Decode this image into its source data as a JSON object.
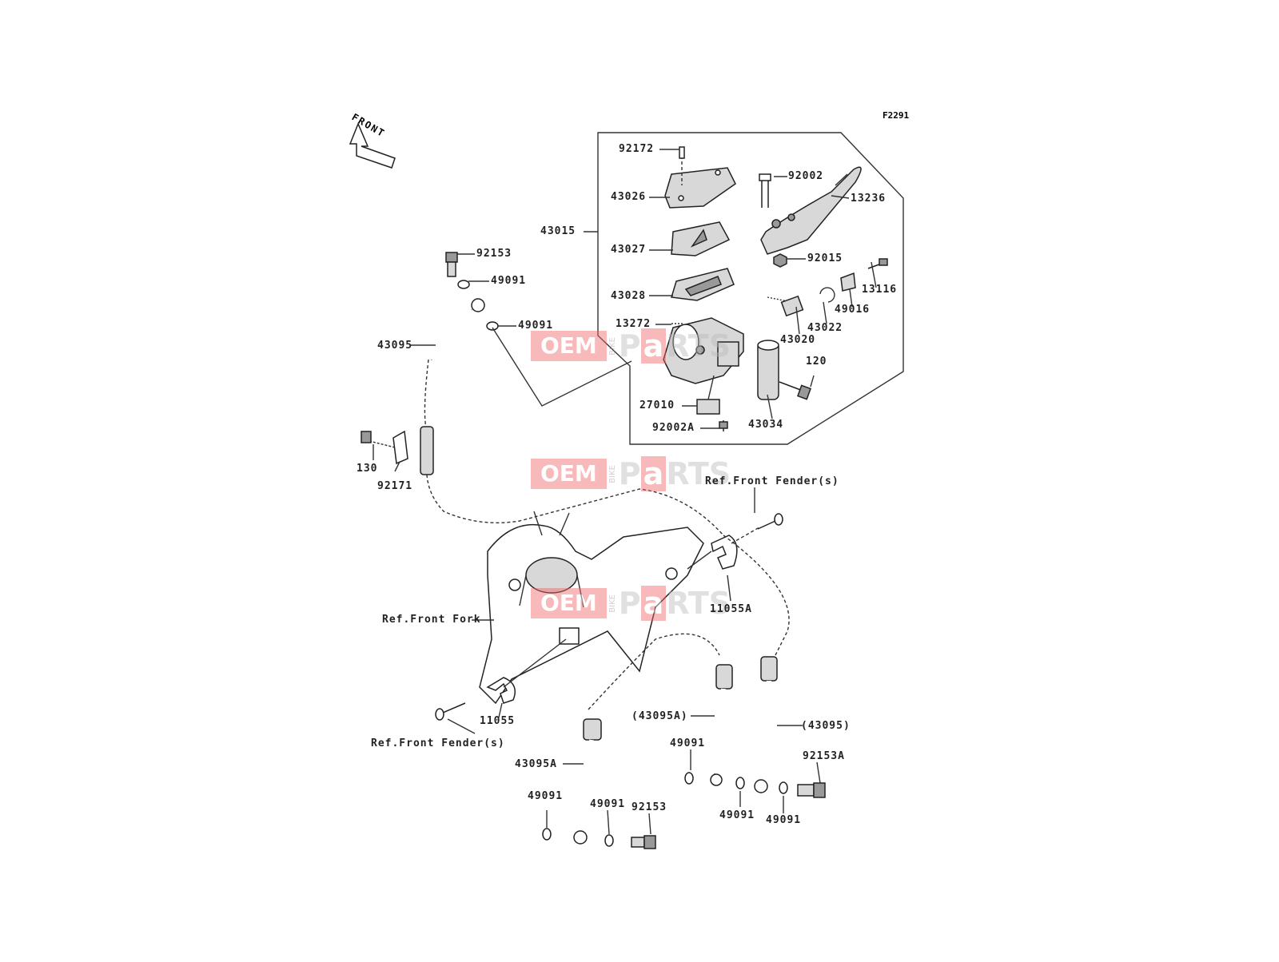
{
  "figure_code": "F2291",
  "front_arrow": "FRONT",
  "watermark": {
    "oem": "OEM",
    "bike": "BIKE",
    "parts_prefix": "P",
    "parts_a": "a",
    "parts_suffix": "RTS"
  },
  "labels": {
    "l92172": "92172",
    "l43026": "43026",
    "l43015": "43015",
    "l43027": "43027",
    "l43028": "43028",
    "l13272": "13272",
    "l92002": "92002",
    "l13236": "13236",
    "l92015": "92015",
    "l13116": "13116",
    "l49016": "49016",
    "l43022": "43022",
    "l43020": "43020",
    "l120": "120",
    "l27010": "27010",
    "l92002A": "92002A",
    "l43034": "43034",
    "l92153_top": "92153",
    "l49091_a": "49091",
    "l49091_b": "49091",
    "l43095": "43095",
    "l130": "130",
    "l92171": "92171",
    "ref_front_fender_top": "Ref.Front Fender(s)",
    "l11055A": "11055A",
    "ref_front_fork": "Ref.Front Fork",
    "l11055": "11055",
    "ref_front_fender_bottom": "Ref.Front Fender(s)",
    "l43095A_paren": "(43095A)",
    "l43095_paren": "(43095)",
    "l49091_c": "49091",
    "l92153A": "92153A",
    "l43095A": "43095A",
    "l49091_d": "49091",
    "l49091_e": "49091",
    "l92153_bottom": "92153",
    "l49091_f": "49091",
    "l49091_g": "49091"
  }
}
